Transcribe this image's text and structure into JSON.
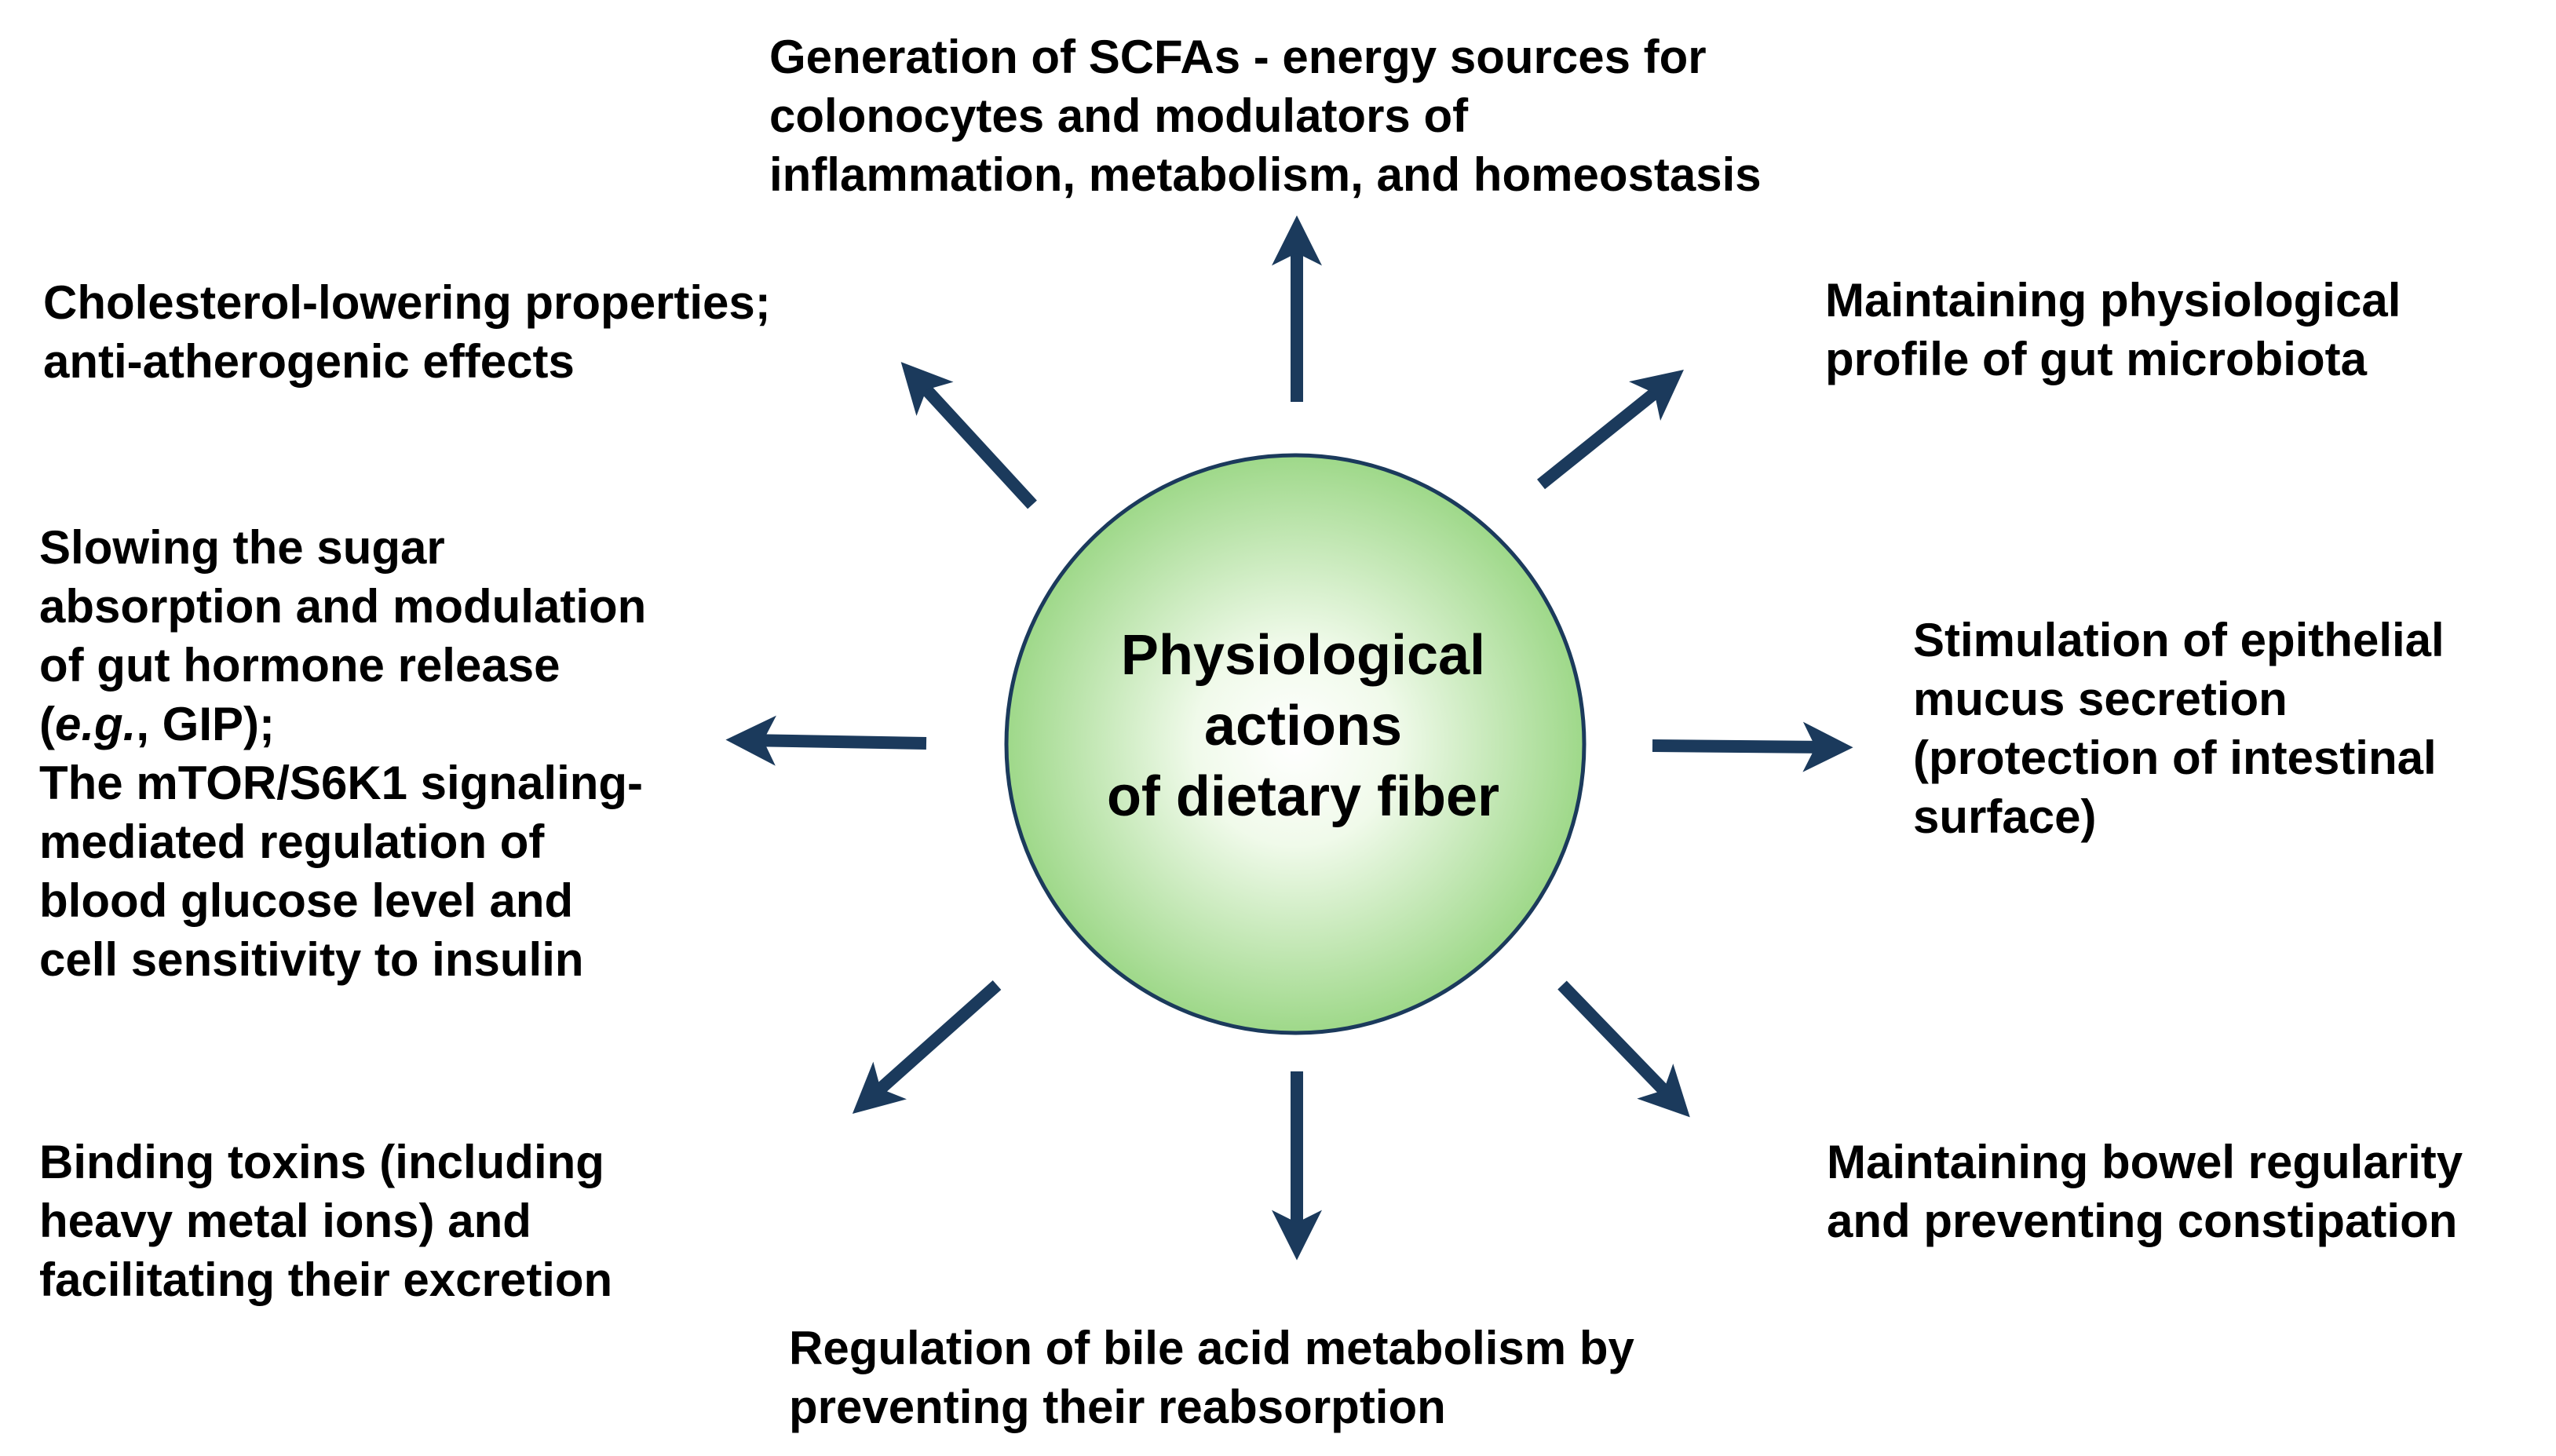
{
  "colors": {
    "arrow": "#1b3a5c",
    "circle_center": "#ffffff",
    "circle_edge": "#9ed889",
    "circle_stroke": "#1b3a5c"
  },
  "center": {
    "line1": "Physiological",
    "line2": "actions",
    "line3": "of dietary fiber"
  },
  "effects": {
    "top": {
      "line1": "Generation of SCFAs - energy sources for",
      "line2": "colonocytes and modulators of",
      "line3": "inflammation, metabolism, and homeostasis"
    },
    "top_left": {
      "line1": "Cholesterol-lowering properties;",
      "line2": "anti-atherogenic effects"
    },
    "top_right": {
      "line1": "Maintaining physiological",
      "line2": "profile of gut microbiota"
    },
    "left": {
      "line1": "Slowing the sugar",
      "line2": "absorption and modulation",
      "line3": "of gut hormone release",
      "line4_em": "e.g.",
      "line4_rest": ", GIP);",
      "line5": "The mTOR/S6K1 signaling-",
      "line6": "mediated regulation of",
      "line7": "blood glucose level and",
      "line8": "cell sensitivity to insulin"
    },
    "right": {
      "line1": "Stimulation of epithelial",
      "line2": "mucus secretion",
      "line3": "(protection of intestinal",
      "line4": "surface)"
    },
    "bottom_left": {
      "line1": "Binding toxins (including",
      "line2": "heavy metal ions) and",
      "line3": "facilitating their excretion"
    },
    "bottom_right": {
      "line1": "Maintaining bowel regularity",
      "line2": "and preventing constipation"
    },
    "bottom": {
      "line1": "Regulation of bile acid metabolism by",
      "line2": "preventing their reabsorption"
    }
  }
}
